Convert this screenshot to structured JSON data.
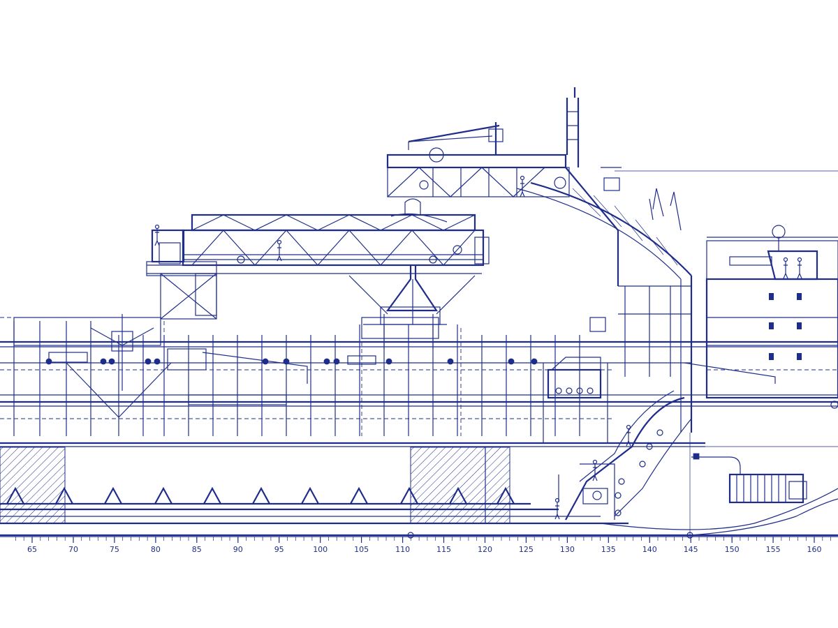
{
  "drawing": {
    "line_color": "#1f2d8a",
    "background": "#ffffff",
    "frame_scale": {
      "labels": [
        "65",
        "70",
        "75",
        "80",
        "85",
        "90",
        "95",
        "100",
        "105",
        "110",
        "115",
        "120",
        "125",
        "130",
        "135",
        "140",
        "145",
        "150",
        "155",
        "160"
      ]
    }
  }
}
